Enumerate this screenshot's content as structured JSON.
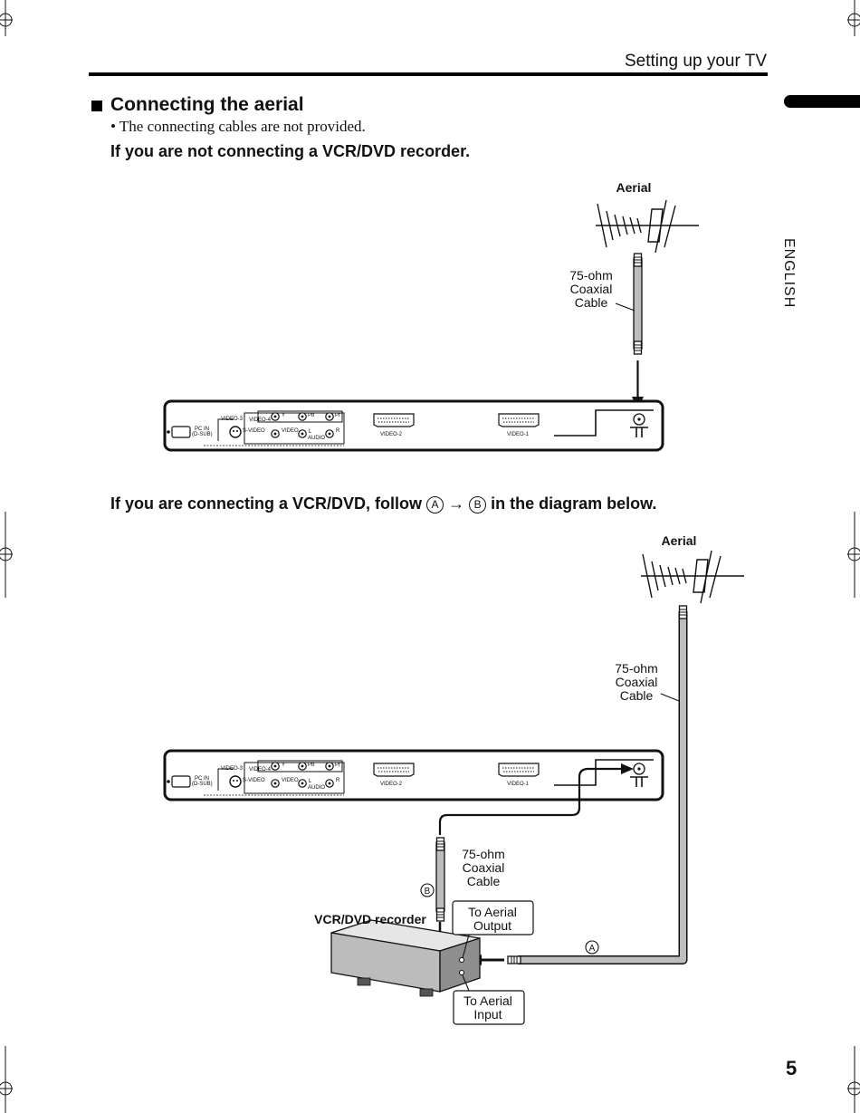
{
  "header": {
    "section": "Setting up your TV"
  },
  "side": {
    "language": "ENGLISH"
  },
  "section": {
    "title": "Connecting the aerial",
    "note": "• The connecting cables are not provided.",
    "case1": {
      "heading": "If you are not connecting a VCR/DVD recorder."
    },
    "case2": {
      "heading_pre": "If you are connecting a VCR/DVD, follow ",
      "mark_a": "A",
      "arrow": "→",
      "mark_b": "B",
      "heading_post": " in the diagram below."
    }
  },
  "diagram1": {
    "aerial": "Aerial",
    "cable": [
      "75-ohm",
      "Coaxial",
      "Cable"
    ]
  },
  "diagram2": {
    "aerial": "Aerial",
    "cable_a": [
      "75-ohm",
      "Coaxial",
      "Cable"
    ],
    "cable_b": [
      "75-ohm",
      "Coaxial",
      "Cable"
    ],
    "recorder": "VCR/DVD recorder",
    "to_output": [
      "To Aerial",
      "Output"
    ],
    "to_input": [
      "To Aerial",
      "Input"
    ],
    "mark_a": "A",
    "mark_b": "B"
  },
  "tv_panel": {
    "pc_in": [
      "PC IN",
      "(D-SUB)"
    ],
    "video3": "VIDEO-3",
    "video4": "VIDEO-4",
    "y": "Y",
    "pb": "Pb",
    "pr": "Pr",
    "s_video": "S-VIDEO",
    "video": "VIDEO",
    "l": "L",
    "r": "R",
    "audio": "AUDIO",
    "video2": "VIDEO-2",
    "video1": "VIDEO-1"
  },
  "page_number": "5"
}
